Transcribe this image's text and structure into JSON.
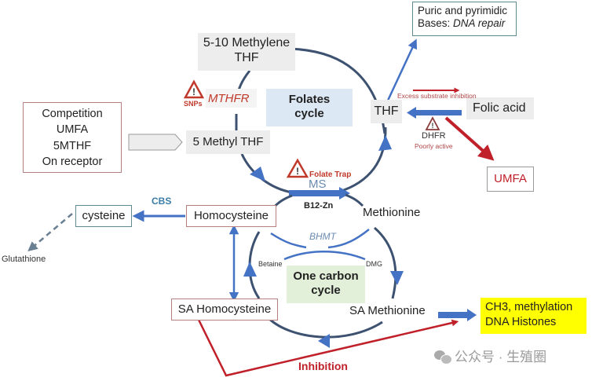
{
  "title": "Folate and one-carbon metabolism diagram",
  "nodes": {
    "methylene_thf": {
      "line1": "5-10 Methylene",
      "line2": "THF"
    },
    "purines": {
      "line1": "Puric and pyrimidic",
      "line2_prefix": "Bases: ",
      "line2_italic": "DNA repair"
    },
    "thf": "THF",
    "folic_acid": "Folic acid",
    "umfa": "UMFA",
    "competition": [
      "Competition",
      "UMFA",
      "5MTHF",
      "On receptor"
    ],
    "methyl_thf": "5 Methyl THF",
    "folates_cycle": {
      "line1": "Folates",
      "line2": "cycle"
    },
    "cysteine": "cysteine",
    "glutathione": "Glutathione",
    "homocysteine": "Homocysteine",
    "methionine": "Methionine",
    "sa_homocysteine": "SA Homocysteine",
    "sa_methionine": "SA Methionine",
    "one_carbon_cycle": {
      "line1": "One carbon",
      "line2": "cycle"
    },
    "methylation": {
      "line1": "CH3, methylation",
      "line2": "DNA Histones"
    }
  },
  "enzymes": {
    "mthfr": "MTHFR",
    "snps": "SNPs",
    "ms": "MS",
    "b12zn": "B12-Zn",
    "folate_trap": "Folate Trap",
    "dhfr": "DHFR",
    "dhfr_note": "Poorly active",
    "excess_substrate": "Excess substrate inhibition",
    "cbs": "CBS",
    "bhmt": "BHMT",
    "betaine": "Betaine",
    "dmg": "DMG",
    "inhibition": "Inhibition"
  },
  "watermark": "公众号 · 生殖圈",
  "colors": {
    "cycle_line": "#3d5170",
    "arrow_blue": "#4472c4",
    "warning_red": "#c0392b",
    "inhibition_red": "#c0202a",
    "highlight_yellow": "#ffff00"
  }
}
